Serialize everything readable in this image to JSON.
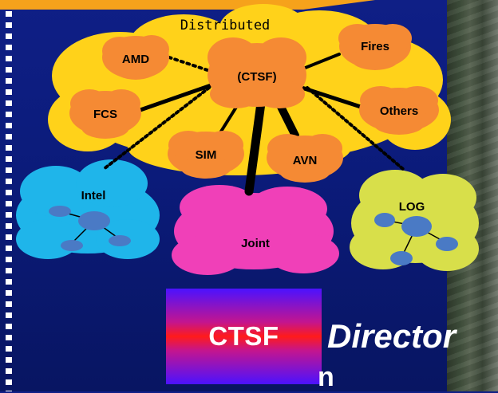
{
  "diagram": {
    "title": "Distributed",
    "nodes": {
      "center": "(CTSF)",
      "amd": "AMD",
      "fires": "Fires",
      "fcs": "FCS",
      "others": "Others",
      "sim": "SIM",
      "avn": "AVN",
      "intel": "Intel",
      "joint": "Joint",
      "log": "LOG"
    }
  },
  "footer": {
    "badge_label": "CTSF",
    "role_text": "Director",
    "role_wrap": "n"
  },
  "colors": {
    "background": "#0b1b7a",
    "title_banner": "#f6a21b",
    "distributed_cloud": "#ffd21a",
    "node_fill": "#f58a34",
    "intel_cloud": "#1fb5ea",
    "joint_cloud": "#f040b8",
    "log_cloud": "#d8df4a",
    "mini_node": "#4a7ac5",
    "connector": "#000000"
  }
}
